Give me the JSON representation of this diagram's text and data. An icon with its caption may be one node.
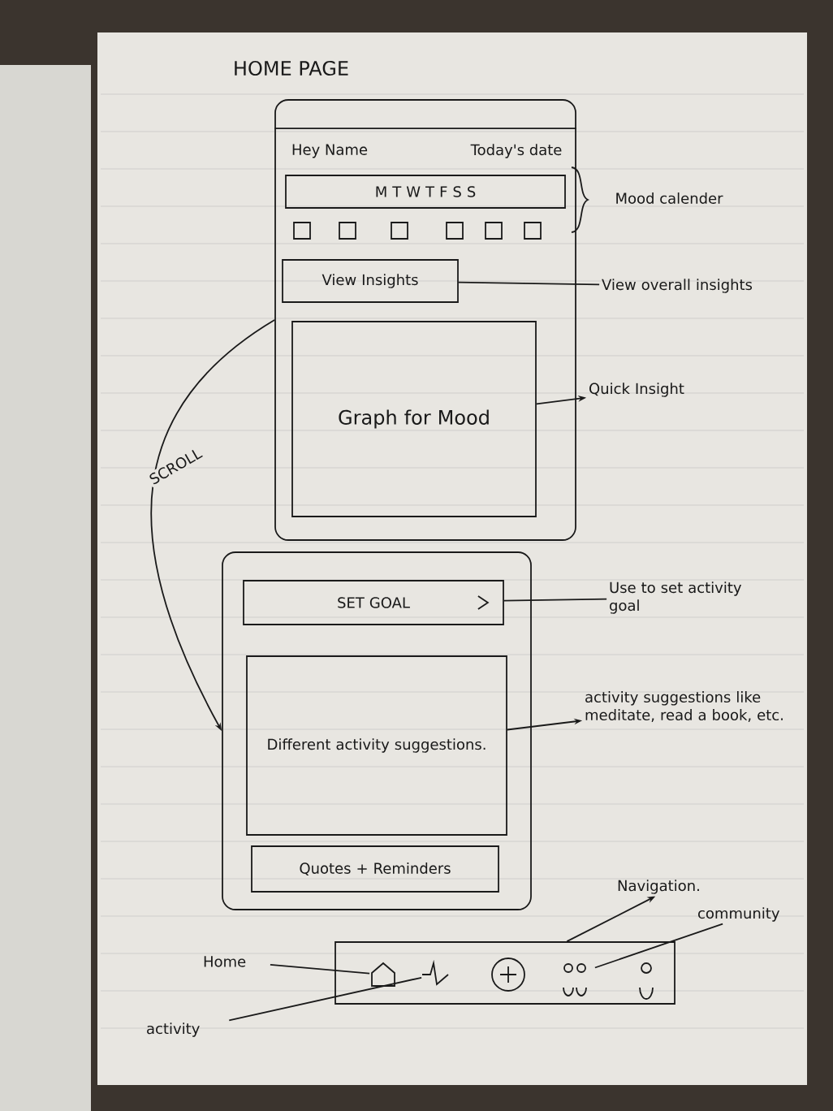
{
  "diagram": {
    "title": "HOME PAGE",
    "nodes": [
      {
        "text": [],
        "shape": "box"
      },
      {
        "text": [
          "M T W T F S S"
        ],
        "in": 0
      },
      {
        "text": [
          "View Insights"
        ],
        "in": 0
      },
      {
        "text": [
          "Graph for Mood"
        ],
        "in": 0
      },
      {
        "text": [
          "View overall insights"
        ]
      },
      {
        "text": [
          "Quick Insight"
        ]
      },
      {
        "text": [],
        "shape": "box"
      },
      {
        "text": [
          "SET GOAL"
        ],
        "in": 6
      },
      {
        "text": [
          "Different activity suggestions."
        ],
        "in": 6
      },
      {
        "text": [
          "Quotes + Reminders"
        ],
        "in": 6
      },
      {
        "text": [
          "Use to set activity goal"
        ]
      },
      {
        "text": [
          "activity suggestions like meditate, read a book, etc."
        ]
      },
      {
        "text": [],
        "shape": "box"
      },
      {
        "text": [],
        "shape": "house",
        "in": 12
      },
      {
        "text": [],
        "shape": "pulse",
        "in": 12
      },
      {
        "text": [],
        "shape": "circle",
        "in": 12
      },
      {
        "text": [],
        "shape": "people",
        "in": 12
      },
      {
        "text": [],
        "shape": "person",
        "in": 12
      },
      {
        "text": [
          "Home"
        ]
      },
      {
        "text": [
          "activity"
        ]
      },
      {
        "text": [
          "Navigation."
        ]
      },
      {
        "text": [
          "community"
        ]
      }
    ],
    "edges": [
      {
        "from": 0,
        "to": 6,
        "arrow": "to",
        "label": "SCROLL"
      },
      {
        "from": 4,
        "to": 2,
        "arrow": "none"
      },
      {
        "from": 3,
        "to": 5,
        "arrow": "to"
      },
      {
        "from": 10,
        "to": 7,
        "arrow": "none"
      },
      {
        "from": 8,
        "to": 11,
        "arrow": "to"
      },
      {
        "from": 18,
        "to": 13,
        "arrow": "none"
      },
      {
        "from": 19,
        "to": 14,
        "arrow": "none"
      },
      {
        "from": 12,
        "to": 20,
        "arrow": "to"
      },
      {
        "from": 21,
        "to": 16,
        "arrow": "none"
      }
    ],
    "labels": [
      "Hey Name",
      "Today's date",
      "Mood calender"
    ]
  }
}
